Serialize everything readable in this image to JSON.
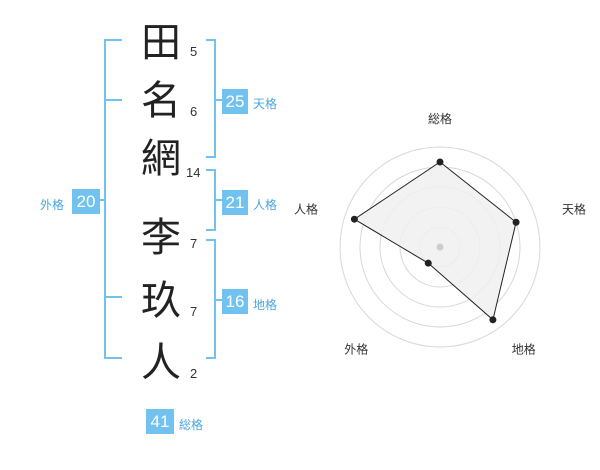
{
  "characters": [
    {
      "char": "田",
      "strokes": "5"
    },
    {
      "char": "名",
      "strokes": "6"
    },
    {
      "char": "網",
      "strokes": "14"
    },
    {
      "char": "李",
      "strokes": "7"
    },
    {
      "char": "玖",
      "strokes": "7"
    },
    {
      "char": "人",
      "strokes": "2"
    }
  ],
  "fortunes": {
    "tenkaku": {
      "value": "25",
      "label": "天格"
    },
    "jinkaku": {
      "value": "21",
      "label": "人格"
    },
    "chikaku": {
      "value": "16",
      "label": "地格"
    },
    "gaikaku": {
      "value": "20",
      "label": "外格"
    },
    "soukaku": {
      "value": "41",
      "label": "総格"
    }
  },
  "radar": {
    "axes": [
      "総格",
      "天格",
      "地格",
      "外格",
      "人格"
    ],
    "values": [
      0.85,
      0.8,
      0.9,
      0.2,
      0.9
    ],
    "colors": {
      "fill": "#f0f0f0",
      "ring": "#d8d8d8",
      "line": "#222222",
      "dot": "#222222",
      "center": "#cccccc"
    }
  },
  "colors": {
    "bracket": "#72c2f0",
    "badge": "#72c2f0"
  }
}
